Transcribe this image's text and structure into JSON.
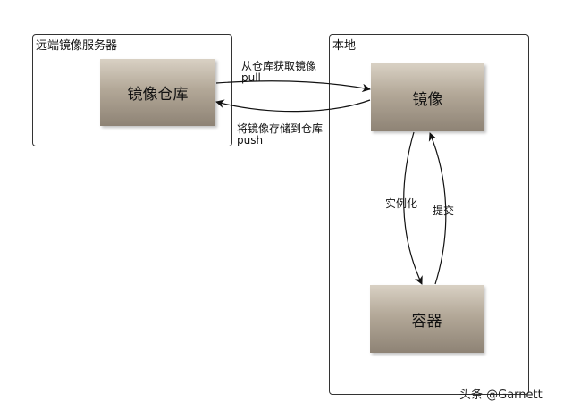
{
  "regions": {
    "remote": {
      "title": "远端镜像服务器"
    },
    "local": {
      "title": "本地"
    }
  },
  "nodes": {
    "registry": {
      "label": "镜像仓库"
    },
    "image": {
      "label": "镜像"
    },
    "container": {
      "label": "容器"
    }
  },
  "edges": {
    "pull": {
      "label": "从仓库获取镜像",
      "command": "pull"
    },
    "push": {
      "label": "将镜像存储到仓库",
      "command": "push"
    },
    "run": {
      "label": "实例化"
    },
    "commit": {
      "label": "提交"
    }
  },
  "watermark": {
    "text": "头条 @Garnett"
  },
  "colors": {
    "node_top": "#d9d1c4",
    "node_bottom": "#8e8375",
    "line": "#111111"
  }
}
